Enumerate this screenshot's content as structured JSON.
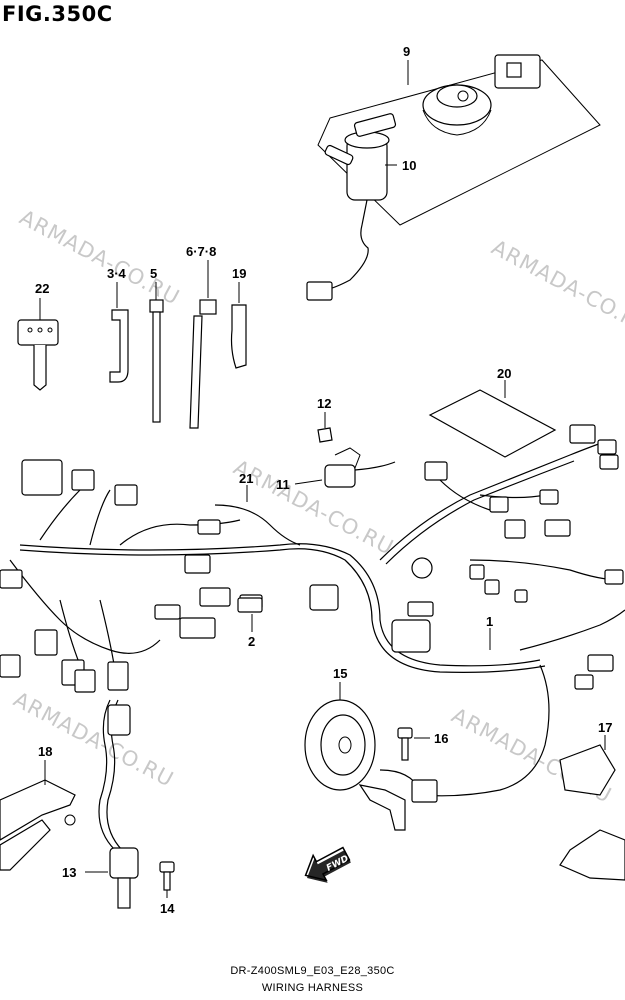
{
  "figure": {
    "title": "FIG.350C",
    "model_code": "DR-Z400SML9_E03_E28_350C",
    "caption": "WIRING HARNESS"
  },
  "watermark": "ARMADA-CO.RU",
  "callouts": {
    "c1": "1",
    "c2": "2",
    "c34": "3·4",
    "c5": "5",
    "c678": "6·7·8",
    "c9": "9",
    "c10": "10",
    "c11": "11",
    "c12": "12",
    "c13": "13",
    "c14": "14",
    "c15": "15",
    "c16": "16",
    "c17": "17",
    "c18": "18",
    "c19": "19",
    "c20": "20",
    "c21": "21",
    "c22": "22"
  },
  "fwd_label": "FWD"
}
